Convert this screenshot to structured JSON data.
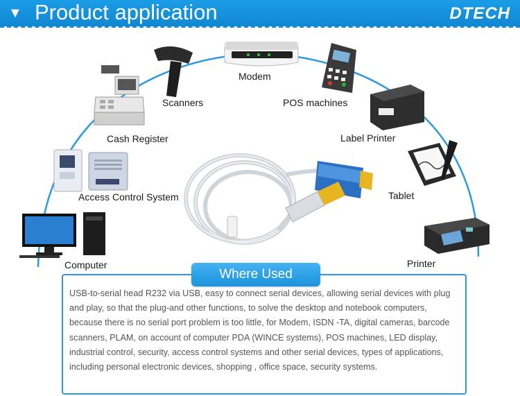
{
  "header": {
    "title": "Product application",
    "logo": "DTECH",
    "arrow_icon": "triangle-down-icon"
  },
  "devices": {
    "modem": "Modem",
    "scanners": "Scanners",
    "pos": "POS machines",
    "cash_register": "Cash Register",
    "label_printer": "Label Printer",
    "tablet": "Tablet",
    "access_control": "Access Control System",
    "computer": "Computer",
    "printer": "Printer"
  },
  "where_used": {
    "title": "Where Used",
    "description": "USB-to-serial head R232 via USB, easy to connect serial devices, allowing serial devices with plug and play, so that the plug-and other functions, to solve the desktop and notebook computers, because there is no serial port problem is too little, for Modem, ISDN -TA, digital cameras, barcode scanners, PLAM, on account of computer PDA (WINCE systems), POS machines, LED display, industrial control, security, access control systems and other serial devices, types of applications, including personal electronic devices, shopping , office space, security systems."
  },
  "colors": {
    "accent": "#1a9ce6",
    "arc": "#2b98e0",
    "cable_blue": "#2a6fc4",
    "connector_gold": "#e8b420"
  }
}
